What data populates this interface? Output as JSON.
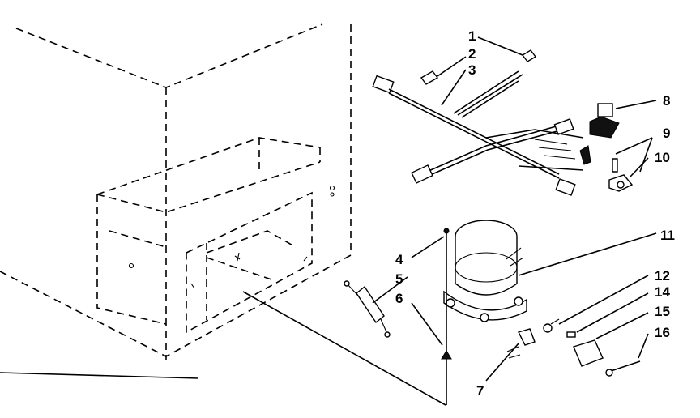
{
  "callouts": {
    "c1": "1",
    "c2": "2",
    "c3": "3",
    "c4": "4",
    "c5": "5",
    "c6": "6",
    "c7": "7",
    "c8": "8",
    "c9": "9",
    "c10": "10",
    "c11": "11",
    "c12": "12",
    "c14": "14",
    "c15": "15",
    "c16": "16"
  }
}
